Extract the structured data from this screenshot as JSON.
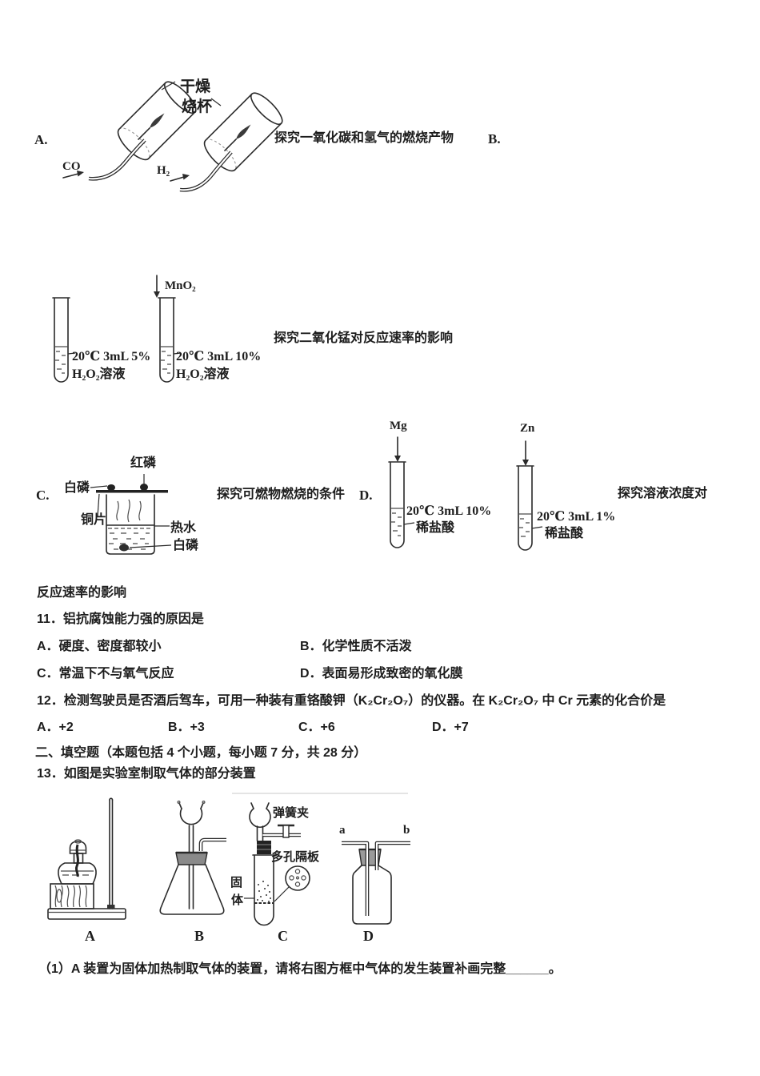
{
  "colors": {
    "ink": "#1d1d1d",
    "paper": "#ffffff",
    "faint_rule": "#c9c9c9"
  },
  "top_row": {
    "label_a": "A.",
    "label_b": "B.",
    "caption": "探究一氧化碳和氢气的燃烧产物",
    "beaker_label_line1": "干燥",
    "beaker_label_line2": "烧杯",
    "gas_co": "CO",
    "gas_h2": "H₂"
  },
  "mno2_row": {
    "mno2": "MnO₂",
    "tube1_info": "20℃ 3mL 5%",
    "tube1_sub": "H₂O₂溶液",
    "tube2_info": "20℃ 3mL 10%",
    "tube2_sub": "H₂O₂溶液",
    "caption": "探究二氧化锰对反应速率的影响"
  },
  "phosphorus_row": {
    "label_c": "C.",
    "label_d": "D.",
    "caption_c": "探究可燃物燃烧的条件",
    "red_p": "红磷",
    "white_p_top": "白磷",
    "copper": "铜片",
    "hot_water": "热水",
    "white_p_bottom": "白磷",
    "mg": "Mg",
    "zn": "Zn",
    "mg_info": "20℃ 3mL 10%",
    "mg_sub": "稀盐酸",
    "zn_info": "20℃ 3mL 1%",
    "zn_sub": "稀盐酸",
    "caption_d": "探究溶液浓度对",
    "caption_d_wrap": "反应速率的影响"
  },
  "q11": {
    "stem": "11．铝抗腐蚀能力强的原因是",
    "opt_a": "A．硬度、密度都较小",
    "opt_b": "B．化学性质不活泼",
    "opt_c": "C．常温下不与氧气反应",
    "opt_d": "D．表面易形成致密的氧化膜"
  },
  "q12": {
    "stem": "12．检测驾驶员是否酒后驾车，可用一种装有重铬酸钾（K₂Cr₂O₇）的仪器。在 K₂Cr₂O₇ 中 Cr 元素的化合价是",
    "opt_a": "A．+2",
    "opt_b": "B．+3",
    "opt_c": "C．+6",
    "opt_d": "D．+7"
  },
  "section2_header": "二、填空题（本题包括 4 个小题，每小题 7 分，共 28 分）",
  "q13": {
    "stem": "13．如图是实验室制取气体的部分装置",
    "apparatus_a": "A",
    "apparatus_b": "B",
    "apparatus_c": "C",
    "apparatus_d": "D",
    "spring_clip": "弹簧夹",
    "porous_plate": "多孔隔板",
    "solid_line1": "固",
    "solid_line2": "体",
    "port_a": "a",
    "port_b": "b"
  },
  "q13_sub1": "（1）A 装置为固体加热制取气体的装置，请将右图方框中气体的发生装置补画完整______。"
}
